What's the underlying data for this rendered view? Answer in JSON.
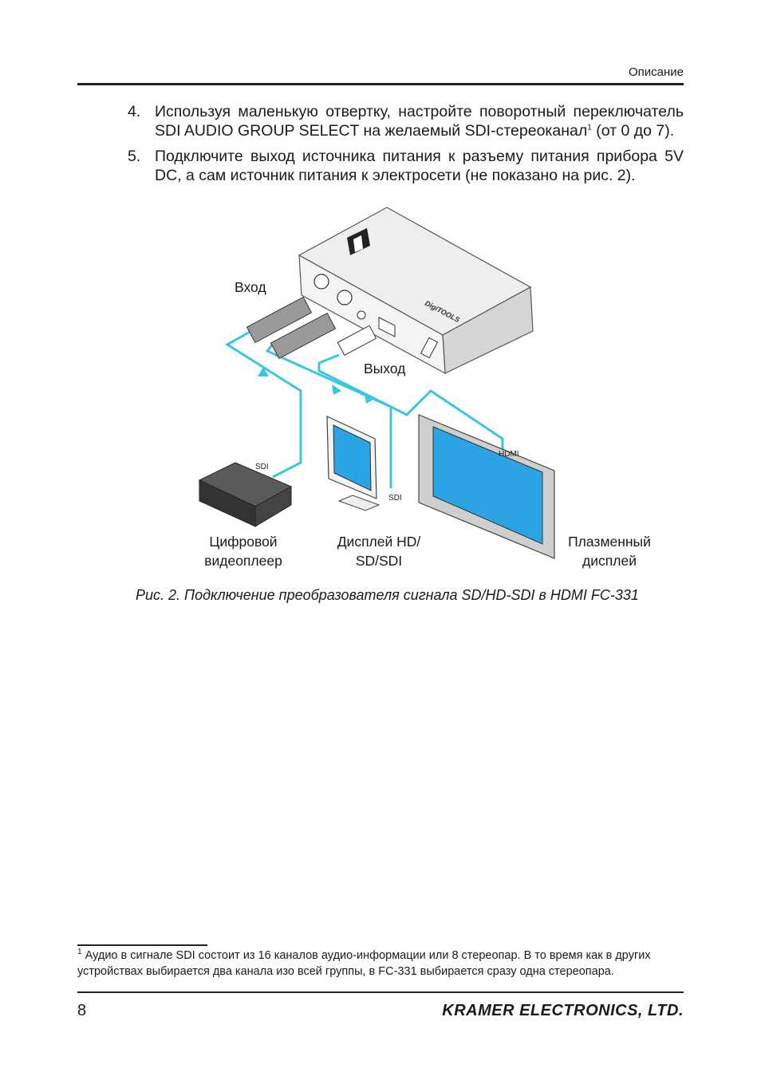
{
  "header": {
    "section": "Описание"
  },
  "steps": [
    {
      "number": "4.",
      "line1": "Используя маленькую отвертку, настройте поворотный переключатель",
      "line2_main": "SDI AUDIO GROUP SELECT на желаемый SDI-стереоканал",
      "line2_sup": "1",
      "line2_tail": " (от 0 до 7)."
    },
    {
      "number": "5.",
      "line1": "Подключите выход источника питания к разъему питания прибора 5V",
      "line2": "DC, а сам источник питания к электросети (не показано на рис. 2)."
    }
  ],
  "figure": {
    "input_label": "Вход",
    "output_label": "Выход",
    "sdi_port_label_player": "SDI",
    "sdi_port_label_display": "SDI",
    "hdmi_port_label": "HDMI",
    "device_brand": "DigiTOOLS",
    "player_label_1": "Цифровой",
    "player_label_2": "видеоплеер",
    "display_label_1": "Дисплей HD/",
    "display_label_2": "SD/SDI",
    "plasma_label_1": "Плазменный",
    "plasma_label_2": "дисплей",
    "caption": "Рис. 2. Подключение преобразователя сигнала SD/HD-SDI в HDMI FC-331",
    "cable_color": "#39c6e0"
  },
  "footnote": {
    "mark": "1",
    "text": " Аудио в сигнале SDI состоит из 16 каналов аудио-информации или 8 стереопар. В то время как в других устройствах выбирается два канала изо всей группы, в FC-331 выбирается сразу одна стереопара."
  },
  "footer": {
    "page_number": "8",
    "brand": "KRAMER ELECTRONICS, LTD."
  }
}
